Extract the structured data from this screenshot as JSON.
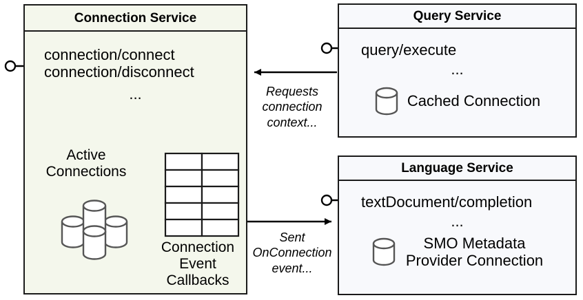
{
  "diagram": {
    "type": "component-diagram",
    "background": "#ffffff",
    "colors": {
      "connection_service_fill": "#f4f7ec",
      "service_fill": "#f8f9fc",
      "stroke": "#1a1a1a",
      "icon_stroke": "#555555"
    }
  },
  "components": {
    "connection_service": {
      "title": "Connection Service",
      "endpoints": [
        "connection/connect",
        "connection/disconnect"
      ],
      "ellipsis": "...",
      "active_connections_label": "Active\nConnections",
      "active_connections_label_line1": "Active",
      "active_connections_label_line2": "Connections",
      "callbacks_label_line1": "Connection",
      "callbacks_label_line2": "Event",
      "callbacks_label_line3": "Callbacks",
      "icons": {
        "cylinders": "database-cluster-icon",
        "table": "table-grid-icon"
      },
      "table_rows": 5,
      "table_cols": 2,
      "provided_interface": "lollipop-connector"
    },
    "query_service": {
      "title": "Query Service",
      "endpoints": [
        "query/execute"
      ],
      "ellipsis": "...",
      "db_label": "Cached Connection",
      "icons": {
        "database": "database-cylinder-icon"
      },
      "provided_interface": "lollipop-connector"
    },
    "language_service": {
      "title": "Language Service",
      "endpoints": [
        "textDocument/completion"
      ],
      "ellipsis": "...",
      "db_label_line1": "SMO Metadata",
      "db_label_line2": "Provider Connection",
      "icons": {
        "database": "database-cylinder-icon"
      },
      "provided_interface": "lollipop-connector"
    }
  },
  "edges": [
    {
      "id": "query-to-connection",
      "from": "query_service",
      "to": "connection_service",
      "label_line1": "Requests",
      "label_line2": "connection",
      "label_line3": "context...",
      "direction": "left"
    },
    {
      "id": "connection-to-language",
      "from": "connection_service",
      "to": "language_service",
      "label_line1": "Sent",
      "label_line2": "OnConnection",
      "label_line3": "event...",
      "direction": "right"
    }
  ]
}
